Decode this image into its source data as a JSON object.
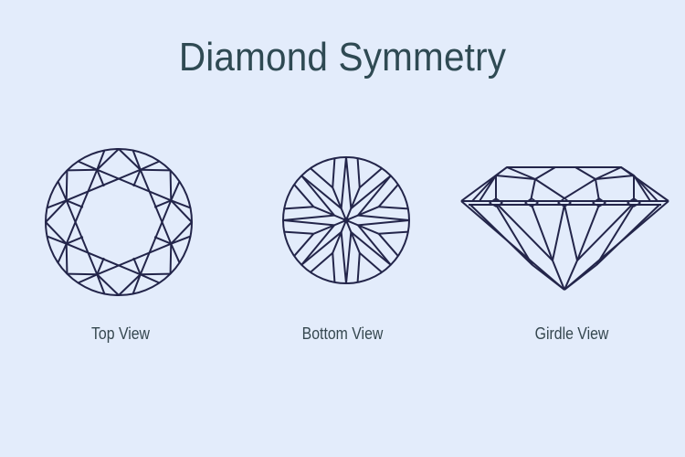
{
  "title": "Diamond Symmetry",
  "views": [
    {
      "id": "top",
      "label": "Top View"
    },
    {
      "id": "bottom",
      "label": "Bottom View"
    },
    {
      "id": "girdle",
      "label": "Girdle View"
    }
  ],
  "colors": {
    "background": "#e3ecfb",
    "line": "#23254a",
    "title_text": "#2f4a53",
    "label_text": "#35474f"
  }
}
